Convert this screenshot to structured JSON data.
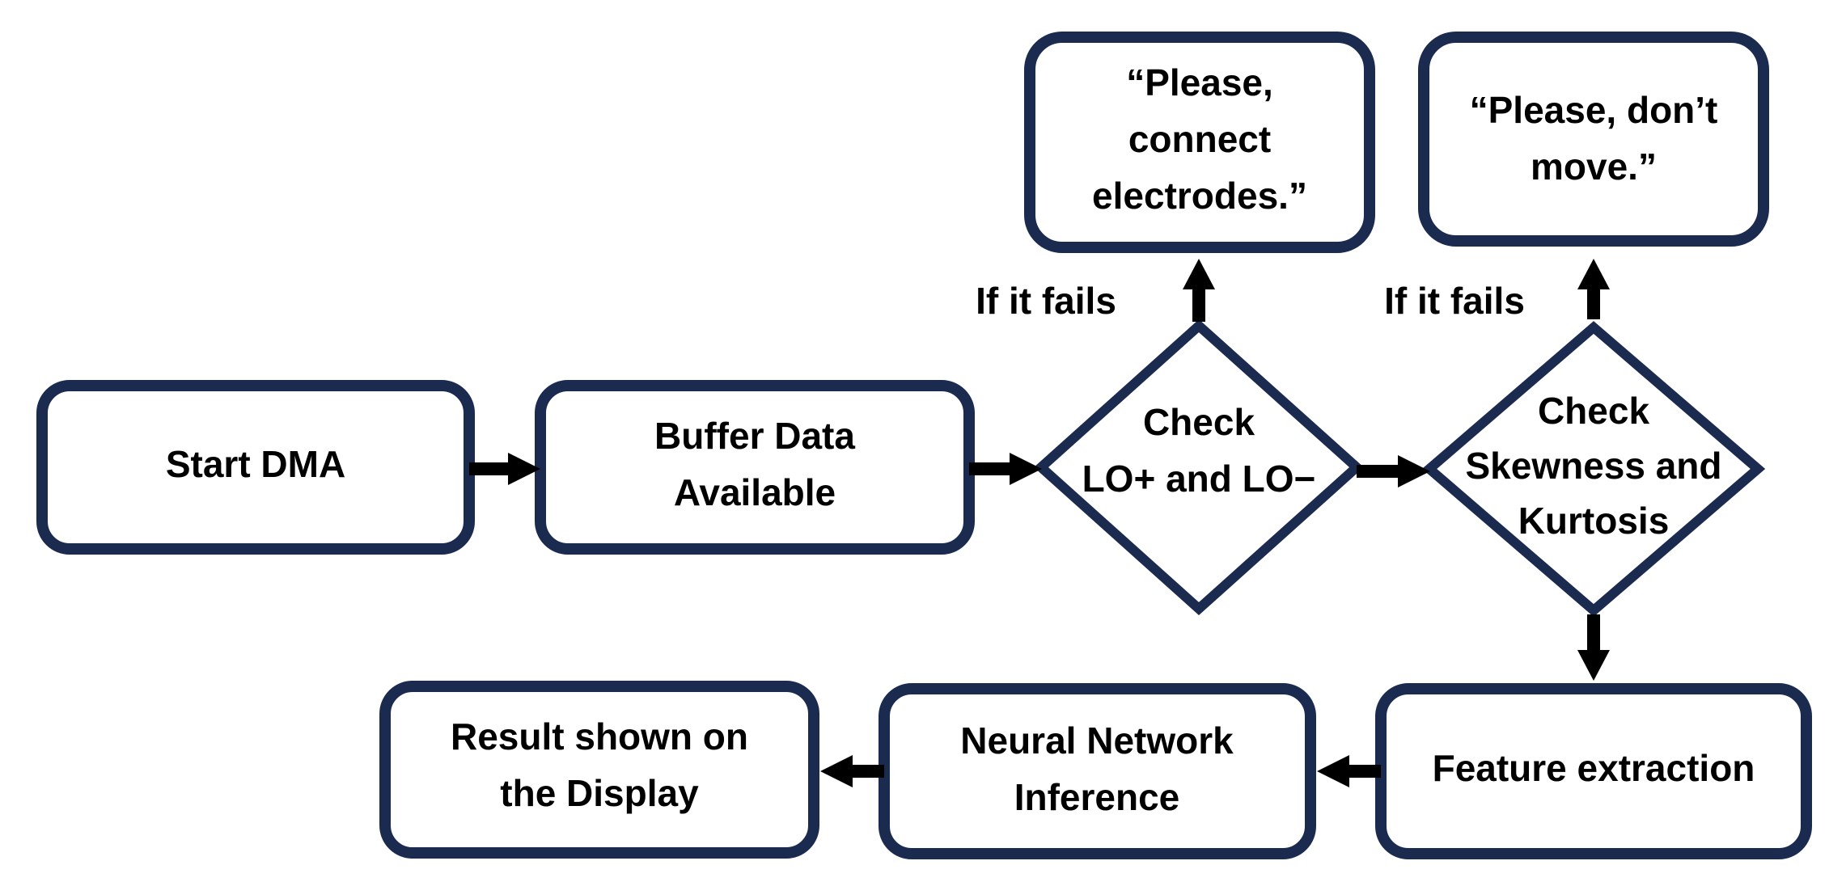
{
  "nodes": {
    "start_dma": "Start DMA",
    "buffer_data": [
      "Buffer Data",
      "Available"
    ],
    "check_lo": [
      "Check",
      "LO+ and LO−"
    ],
    "check_skew": [
      "Check",
      "Skewness and",
      "Kurtosis"
    ],
    "msg_connect": [
      "“Please,",
      "connect",
      "electrodes.”"
    ],
    "msg_move": [
      "“Please, don’t",
      "move.”"
    ],
    "feature_extraction": "Feature extraction",
    "nn_inference": [
      "Neural Network",
      "Inference"
    ],
    "result_display": [
      "Result shown on",
      "the Display"
    ]
  },
  "edge_labels": {
    "fail_lo": "If it fails",
    "fail_skew": "If it fails"
  },
  "colors": {
    "node_border": "#1b2b50",
    "arrow": "#000000",
    "text": "#000000"
  }
}
